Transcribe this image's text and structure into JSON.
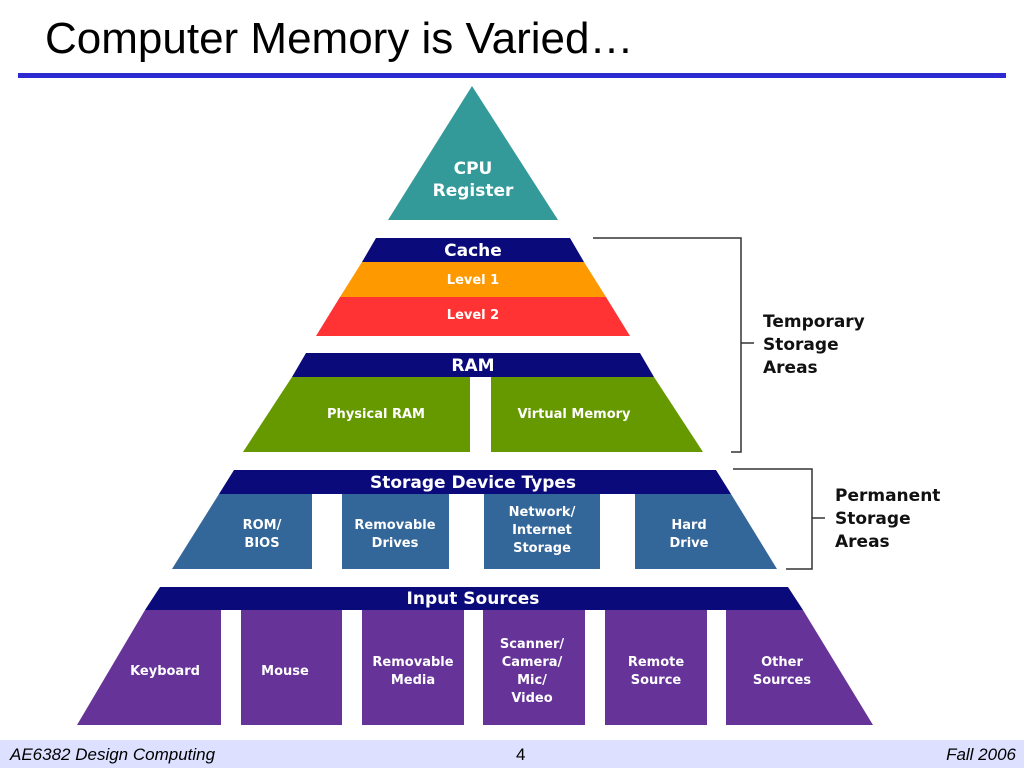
{
  "title": "Computer Memory is Varied…",
  "footer": {
    "left": "AE6382 Design Computing",
    "center": "4",
    "right": "Fall 2006"
  },
  "diagram": {
    "cpu": [
      "CPU",
      "Register"
    ],
    "cache": {
      "header": "Cache",
      "level1": "Level 1",
      "level2": "Level 2"
    },
    "ram": {
      "header": "RAM",
      "physical": "Physical RAM",
      "virtual": "Virtual Memory"
    },
    "storage": {
      "header": "Storage Device Types",
      "rom": [
        "ROM/",
        "BIOS"
      ],
      "removable": [
        "Removable",
        "Drives"
      ],
      "network": [
        "Network/",
        "Internet",
        "Storage"
      ],
      "hard": [
        "Hard",
        "Drive"
      ]
    },
    "input": {
      "header": "Input Sources",
      "keyboard": "Keyboard",
      "mouse": "Mouse",
      "media": [
        "Removable",
        "Media"
      ],
      "scanner": [
        "Scanner/",
        "Camera/",
        "Mic/",
        "Video"
      ],
      "remote": [
        "Remote",
        "Source"
      ],
      "other": [
        "Other",
        "Sources"
      ]
    },
    "temporary": [
      "Temporary",
      "Storage",
      "Areas"
    ],
    "permanent": [
      "Permanent",
      "Storage",
      "Areas"
    ]
  },
  "colors": {
    "title_rule": "#2b2bd1",
    "footer_bg": "#dde0ff",
    "cpu": "#339999",
    "navy": "#0a0a7a",
    "level1": "#ff9900",
    "level2": "#ff3333",
    "ram_green": "#669900",
    "storage_blue": "#336699",
    "input_purple": "#663399"
  }
}
